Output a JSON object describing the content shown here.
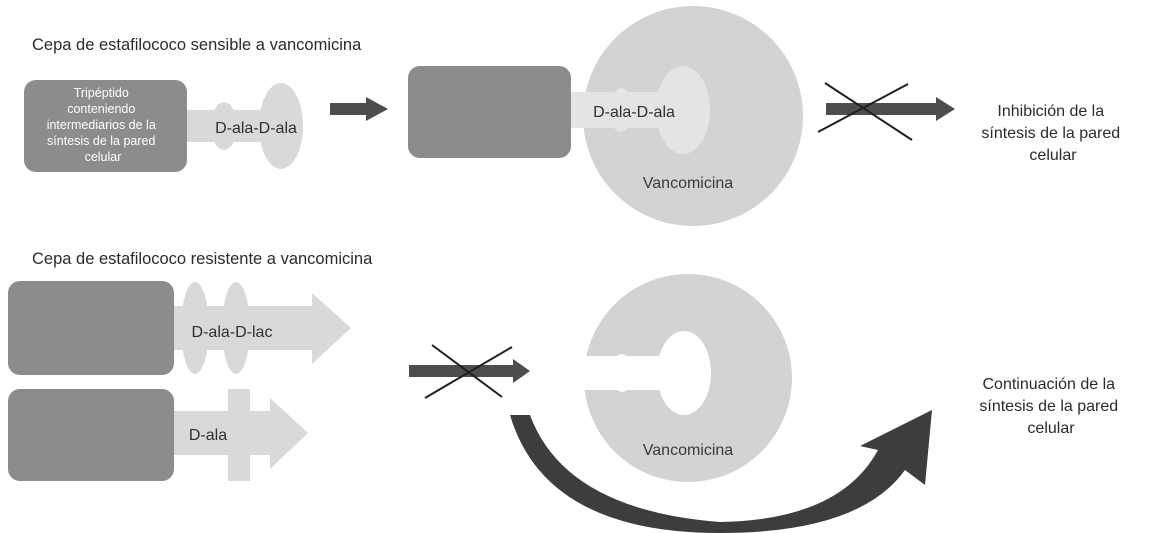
{
  "sensitive": {
    "title": "Cepa de estafilococo sensible a vancomicina",
    "tripeptide_lines": [
      "Tripéptido",
      "conteniendo",
      "intermediarios de la",
      "síntesis de la pared",
      "celular"
    ],
    "ligand_label": "D-ala-D-ala",
    "bound_ligand_label": "D-ala-D-ala",
    "vancomycin_label": "Vancomicina",
    "result_lines": [
      "Inhibición de la",
      "síntesis de la pared",
      "celular"
    ]
  },
  "resistant": {
    "title": "Cepa de estafilococo resistente a vancomicina",
    "ligand_lac_label": "D-ala-D-lac",
    "ligand_ala_label": "D-ala",
    "vancomycin_label": "Vancomicina",
    "result_lines": [
      "Continuación de la",
      "síntesis de la pared",
      "celular"
    ]
  },
  "colors": {
    "dark_box": "#8c8c8e",
    "light_shape": "#d9d9da",
    "circle": "#d3d3d4",
    "arrow_dark": "#4d4d4f",
    "cross": "#1f1f1f",
    "text": "#2b2b2b"
  }
}
